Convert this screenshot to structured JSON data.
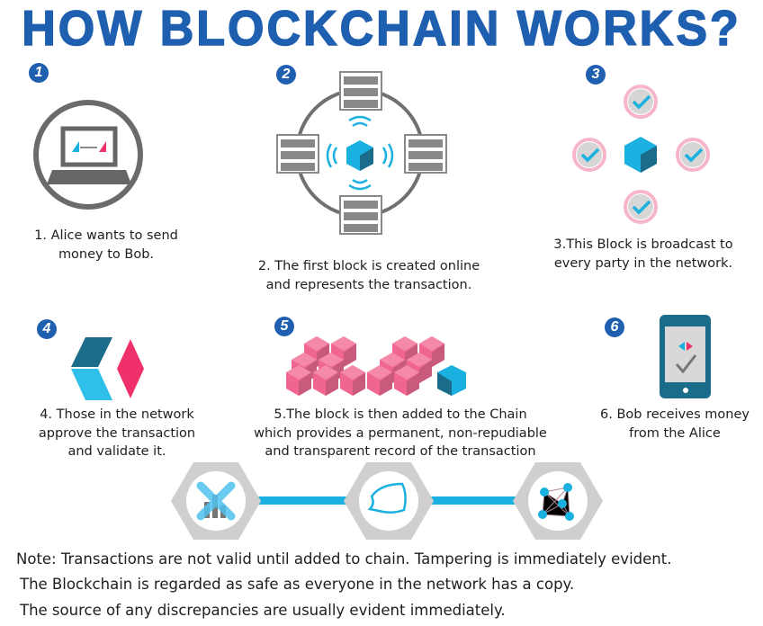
{
  "title": "HOW BLOCKCHAIN WORKS?",
  "colors": {
    "title": "#1f5fb0",
    "accent_blue": "#1ab0e0",
    "accent_pink": "#f0306a",
    "dark_teal": "#1b6b8a",
    "grey": "#c8c8c8"
  },
  "steps": [
    {
      "number": "1",
      "lines": [
        "1. Alice wants to send",
        "money to Bob."
      ],
      "icon": "laptop-transfer-icon"
    },
    {
      "number": "2",
      "lines": [
        "2. The first block is created online",
        "and represents the transaction."
      ],
      "icon": "server-network-icon"
    },
    {
      "number": "3",
      "lines": [
        "3.This Block is broadcast to",
        "every party in the network."
      ],
      "icon": "broadcast-check-icon"
    },
    {
      "number": "4",
      "lines": [
        "4. Those in the network",
        "approve the transaction",
        "and validate it."
      ],
      "icon": "approve-icon"
    },
    {
      "number": "5",
      "lines": [
        "5.The block is then added to the Chain",
        "which provides a permanent, non-repudiable",
        "and transparent record of the transaction"
      ],
      "icon": "chain-blocks-icon"
    },
    {
      "number": "6",
      "lines": [
        "6. Bob receives money",
        "from the Alice"
      ],
      "icon": "phone-check-icon"
    }
  ],
  "notes": [
    "Note: Transactions are not valid until added to chain. Tampering is immediately evident.",
    "The Blockchain is regarded as safe as everyone in the network has a copy.",
    "The source of any discrepancies are usually evident immediately."
  ]
}
